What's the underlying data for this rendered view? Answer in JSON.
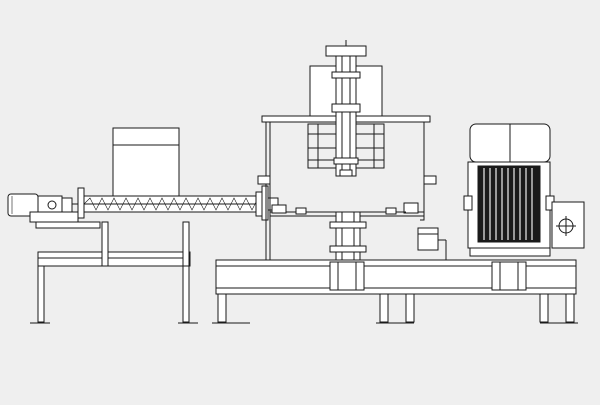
{
  "drawing": {
    "background": "#efefef",
    "line_color": "#1a1a1a",
    "components": [
      "screw-conveyor",
      "conveyor-drive-motor",
      "feed-hopper",
      "conveyor-support-frame",
      "mixing-vessel",
      "agitator-drive",
      "main-electric-motor",
      "main-base-frame"
    ]
  }
}
